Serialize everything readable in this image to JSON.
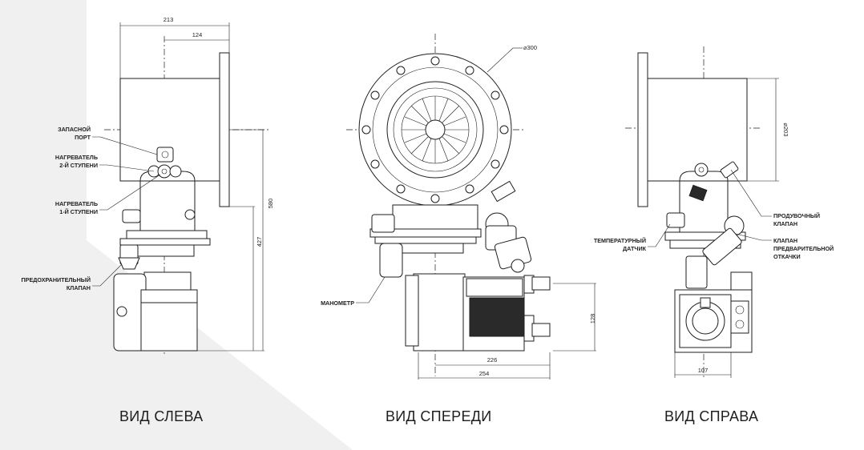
{
  "views": {
    "left": {
      "caption": "ВИД СЛЕВА",
      "labels": {
        "spare_port_1": "ЗАПАСНОЙ",
        "spare_port_2": "ПОРТ",
        "heater2_1": "НАГРЕВАТЕЛЬ",
        "heater2_2": "2-Й СТУПЕНИ",
        "heater1_1": "НАГРЕВАТЕЛЬ",
        "heater1_2": "1-Й СТУПЕНИ",
        "relief_1": "ПРЕДОХРАНИТЕЛЬНЫЙ",
        "relief_2": "КЛАПАН"
      },
      "dimensions": {
        "d213": "213",
        "d124": "124",
        "d580": "580",
        "d427": "427"
      }
    },
    "front": {
      "caption": "ВИД СПЕРЕДИ",
      "labels": {
        "manometer": "МАНОМЕТР"
      },
      "dimensions": {
        "d300": "⌀300",
        "d128": "128",
        "d226": "226",
        "d254": "254"
      }
    },
    "right": {
      "caption": "ВИД СПРАВА",
      "labels": {
        "purge_1": "ПРОДУВОЧНЫЙ",
        "purge_2": "КЛАПАН",
        "temp_1": "ТЕМПЕРАТУРНЫЙ",
        "temp_2": "ДАТЧИК",
        "rough_1": "КЛАПАН",
        "rough_2": "ПРЕДВАРИТЕЛЬНОЙ",
        "rough_3": "ОТКАЧКИ"
      },
      "dimensions": {
        "d203": "⌀203",
        "d107": "107"
      }
    }
  },
  "colors": {
    "line": "#1e1e1e",
    "background_shape": "#f0f0f0"
  }
}
